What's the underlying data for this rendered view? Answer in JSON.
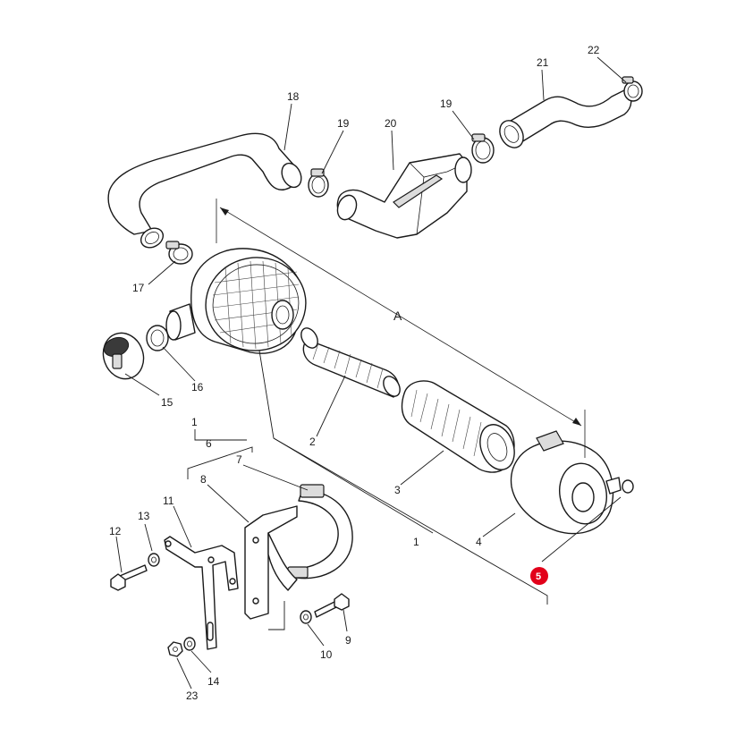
{
  "diagram": {
    "callouts": {
      "c1": "1",
      "c1b": "1",
      "c2": "2",
      "c3": "3",
      "c4": "4",
      "c6": "6",
      "c7": "7",
      "c8": "8",
      "c9": "9",
      "c10": "10",
      "c11": "11",
      "c12": "12",
      "c13": "13",
      "c14": "14",
      "c15": "15",
      "c16": "16",
      "c17": "17",
      "c18": "18",
      "c19a": "19",
      "c19b": "19",
      "c20": "20",
      "c21": "21",
      "c22": "22",
      "c23": "23"
    },
    "dimension_label": "A",
    "highlight_badge": "5",
    "colors": {
      "badge": "#e2001a",
      "line": "#1a1a1a",
      "shade": "#dcdcdc"
    }
  }
}
